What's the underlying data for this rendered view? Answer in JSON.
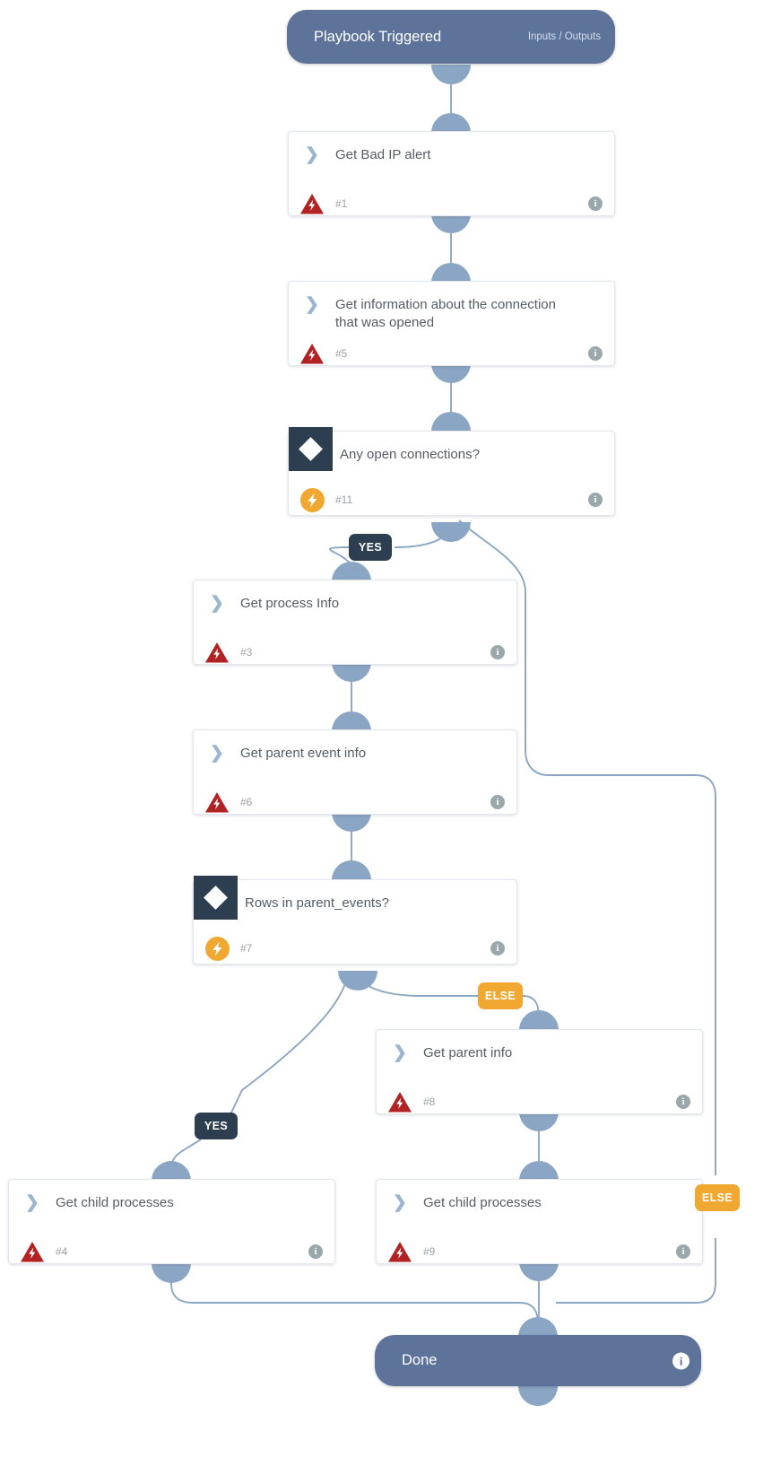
{
  "diagram": {
    "title": "Playbook Triggered",
    "accent_blue": "#5d7399",
    "wire_color": "#8ba6c4",
    "decision_dark": "#2c3e50",
    "decision_orange": "#f0a830",
    "error_red": "#b22222",
    "info_glyph": "i"
  },
  "start_node": {
    "label": "Playbook Triggered",
    "sub_label": "Inputs / Outputs"
  },
  "end_node": {
    "label": "Done",
    "info_glyph": "i"
  },
  "nodes": [
    {
      "key": "n1",
      "type": "action",
      "title": "Get Bad IP alert",
      "id_label": "#1",
      "status_icon": "warning-triangle-icon",
      "info_glyph": "i"
    },
    {
      "key": "n5",
      "type": "action",
      "title": "Get information about the connection that was opened",
      "id_label": "#5",
      "status_icon": "warning-triangle-icon",
      "info_glyph": "i"
    },
    {
      "key": "n11",
      "type": "decision",
      "title": "Any open connections?",
      "id_label": "#11",
      "status_icon": "bolt-circle-icon",
      "info_glyph": "i"
    },
    {
      "key": "n3",
      "type": "action",
      "title": "Get process Info",
      "id_label": "#3",
      "status_icon": "warning-triangle-icon",
      "info_glyph": "i"
    },
    {
      "key": "n6",
      "type": "action",
      "title": "Get parent event info",
      "id_label": "#6",
      "status_icon": "warning-triangle-icon",
      "info_glyph": "i"
    },
    {
      "key": "n7",
      "type": "decision",
      "title": "Rows in parent_events?",
      "id_label": "#7",
      "status_icon": "bolt-circle-icon",
      "info_glyph": "i"
    },
    {
      "key": "n8",
      "type": "action",
      "title": "Get parent info",
      "id_label": "#8",
      "status_icon": "warning-triangle-icon",
      "info_glyph": "i"
    },
    {
      "key": "n4",
      "type": "action",
      "title": "Get child processes",
      "id_label": "#4",
      "status_icon": "warning-triangle-icon",
      "info_glyph": "i"
    },
    {
      "key": "n9",
      "type": "action",
      "title": "Get child processes",
      "id_label": "#9",
      "status_icon": "warning-triangle-icon",
      "info_glyph": "i"
    }
  ],
  "branch_labels": {
    "yes_from_n11": "YES",
    "else_from_n11": "ELSE",
    "else_from_n7": "ELSE",
    "yes_from_n7": "YES"
  }
}
